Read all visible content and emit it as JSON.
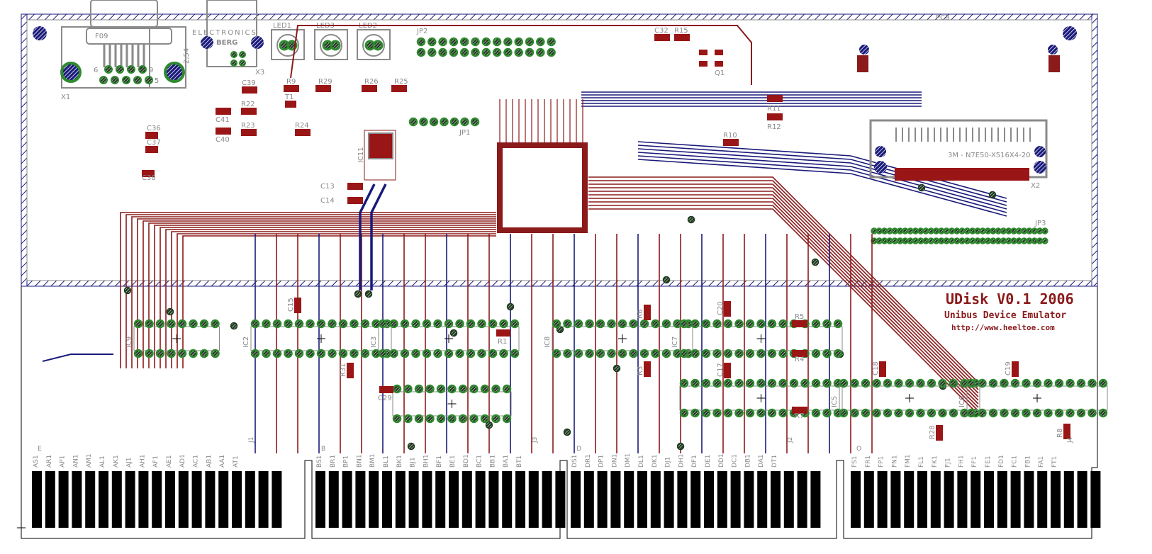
{
  "colors": {
    "top_trace": "#8b1a1a",
    "bottom_trace": "#1a1a7a",
    "pad": "#2f8a2f",
    "via": "#1f3a1f",
    "smd": "#9a1515",
    "outline": "#8a8a8a",
    "finger": "#000000"
  },
  "title": {
    "name": "UDisk V0.1 2006",
    "subtitle": "Unibus Device Emulator",
    "url": "http://www.heeltoe.com"
  },
  "board_label": "PCB",
  "connectors": {
    "db9": {
      "ref": "X1",
      "name": "F09",
      "pitch": "2,54",
      "pin_low": "6",
      "pin_high": "9",
      "pin_end": "5"
    },
    "berg": {
      "ref": "X3",
      "brand": "ELECTRONICS",
      "logo": "BERG"
    },
    "ribbon": {
      "ref": "X2",
      "part": "3M - N7E50-X516X4-20"
    }
  },
  "headers": [
    {
      "ref": "JP2"
    },
    {
      "ref": "JP1"
    },
    {
      "ref": "JP3"
    }
  ],
  "leds": [
    {
      "ref": "LED1"
    },
    {
      "ref": "LED3"
    },
    {
      "ref": "LED2"
    }
  ],
  "resistors_top": [
    {
      "ref": "R9"
    },
    {
      "ref": "R29"
    },
    {
      "ref": "R26"
    },
    {
      "ref": "R25"
    },
    {
      "ref": "R22"
    },
    {
      "ref": "R23"
    },
    {
      "ref": "R24"
    },
    {
      "ref": "R15"
    },
    {
      "ref": "R10"
    },
    {
      "ref": "R11"
    },
    {
      "ref": "R12"
    }
  ],
  "caps_top": [
    {
      "ref": "C41"
    },
    {
      "ref": "C40"
    },
    {
      "ref": "C39"
    },
    {
      "ref": "C36"
    },
    {
      "ref": "C37"
    },
    {
      "ref": "C38"
    },
    {
      "ref": "C13"
    },
    {
      "ref": "C14"
    },
    {
      "ref": "C32"
    }
  ],
  "misc_parts": [
    {
      "ref": "T1"
    },
    {
      "ref": "Q1"
    },
    {
      "ref": "IC11"
    }
  ],
  "ics": [
    {
      "ref": "IC9"
    },
    {
      "ref": "IC2"
    },
    {
      "ref": "IC3"
    },
    {
      "ref": "IC8"
    },
    {
      "ref": "IC7"
    },
    {
      "ref": "IC5"
    },
    {
      "ref": "IC6"
    }
  ],
  "ic_parts": [
    {
      "ref": "C15"
    },
    {
      "ref": "R6"
    },
    {
      "ref": "C20"
    },
    {
      "ref": "R5"
    },
    {
      "ref": "R4"
    },
    {
      "ref": "R3"
    },
    {
      "ref": "C17"
    },
    {
      "ref": "R7"
    },
    {
      "ref": "C18"
    },
    {
      "ref": "C19"
    },
    {
      "ref": "R28"
    },
    {
      "ref": "R1"
    },
    {
      "ref": "C29"
    },
    {
      "ref": "R31"
    },
    {
      "ref": "R8"
    }
  ],
  "edge_connectors": [
    {
      "ref": "J1",
      "letter": "E",
      "pins": [
        "AS1",
        "AR1",
        "AP1",
        "AN1",
        "AM1",
        "AL1",
        "AK1",
        "AJ1",
        "AH1",
        "AF1",
        "AE1",
        "AD1",
        "AC1",
        "AB1",
        "AA1",
        "AT1"
      ]
    },
    {
      "ref": "J3",
      "letter": "B",
      "pins": [
        "BS1",
        "BR1",
        "BP1",
        "BN1",
        "BM1",
        "BL1",
        "BK1",
        "BJ1",
        "BH1",
        "BF1",
        "BE1",
        "BD1",
        "BC1",
        "BB1",
        "BA1",
        "BT1"
      ]
    },
    {
      "ref": "J2",
      "letter": "D",
      "pins": [
        "DS1",
        "DR1",
        "DP1",
        "DN1",
        "DM1",
        "DL1",
        "DK1",
        "DJ1",
        "DH1",
        "DF1",
        "DE1",
        "DD1",
        "DC1",
        "DB1",
        "DA1",
        "DT1"
      ]
    },
    {
      "ref": "J4",
      "letter": "O",
      "pins": [
        "FS1",
        "FR1",
        "FP1",
        "FN1",
        "FM1",
        "FL1",
        "FK1",
        "FJ1",
        "FH1",
        "FF1",
        "FE1",
        "FD1",
        "FC1",
        "FB1",
        "FA1",
        "FT1"
      ]
    }
  ]
}
